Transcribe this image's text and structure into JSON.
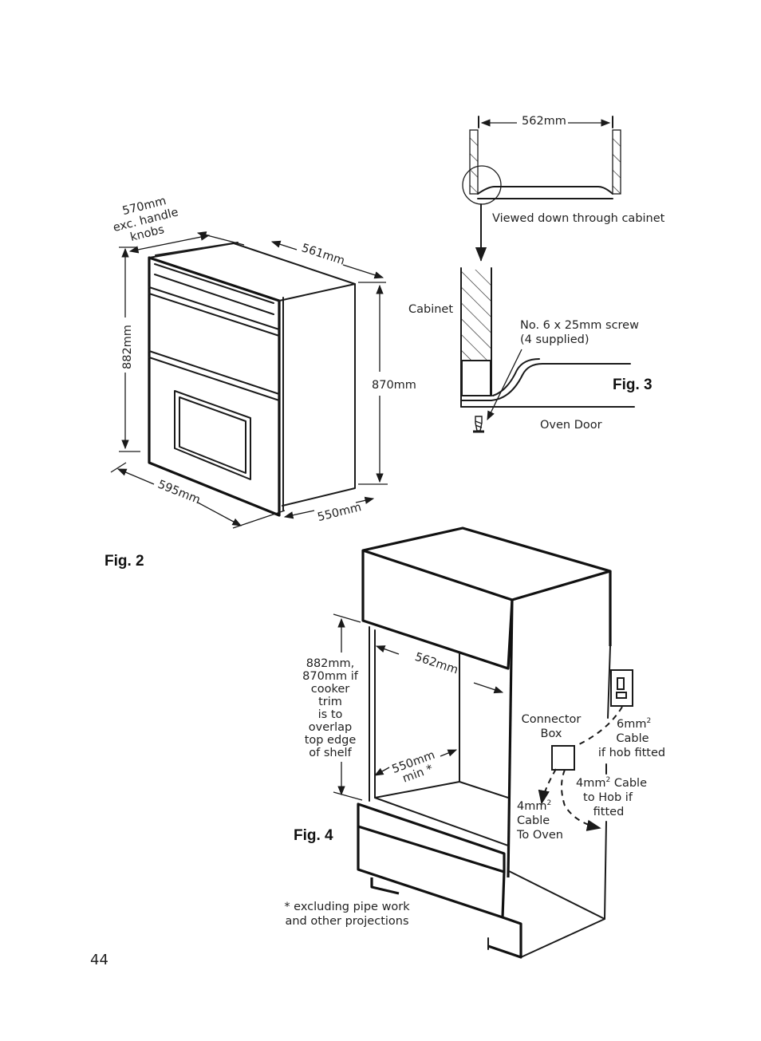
{
  "page_number": "44",
  "fig2": {
    "caption": "Fig. 2",
    "handle_knobs_line1": "570mm",
    "handle_knobs_line2": "exc. handle",
    "handle_knobs_line3": "knobs",
    "depth_top": "561mm",
    "height_left": "882mm",
    "height_right": "870mm",
    "width_bottom": "595mm",
    "depth_bottom": "550mm"
  },
  "fig3": {
    "caption": "Fig. 3",
    "width": "562mm",
    "viewed_label": "Viewed down through cabinet",
    "cabinet_label": "Cabinet",
    "screw_line1": "No. 6 x 25mm screw",
    "screw_line2": "(4 supplied)",
    "oven_door_label": "Oven Door"
  },
  "fig4": {
    "caption": "Fig. 4",
    "height_lines": [
      "882mm,",
      "870mm if",
      "cooker",
      "trim",
      "is to",
      "overlap",
      "top edge",
      "of shelf"
    ],
    "width": "562mm",
    "depth_line1": "550mm",
    "depth_line2": "min *",
    "connector_line1": "Connector",
    "connector_line2": "Box",
    "cable6_line1": "6mm",
    "cable6_sup": "2",
    "cable6_line2": "Cable",
    "cable6_line3": "if hob fitted",
    "cablehob_line1a": "4mm",
    "cablehob_sup": "2",
    "cablehob_line1b": " Cable",
    "cablehob_line2": "to Hob if",
    "cablehob_line3": "fitted",
    "cableoven_line1": "4mm",
    "cableoven_sup": "2",
    "cableoven_line2": "Cable",
    "cableoven_line3": "To Oven",
    "footnote_line1": "* excluding pipe work",
    "footnote_line2": "and other projections"
  }
}
